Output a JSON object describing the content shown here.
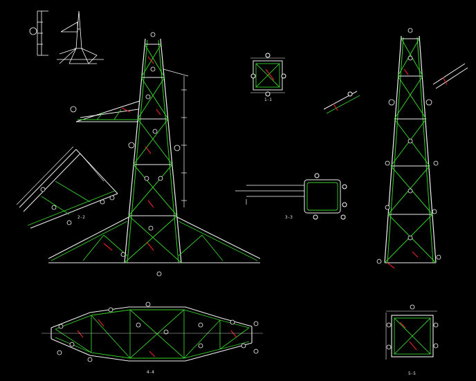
{
  "drawing": {
    "colors": {
      "background": "#000000",
      "member_primary": "#f2f2f2",
      "member_secondary": "#36d02a",
      "dimension": "#ffffff",
      "annotation_red": "#e0202a",
      "marker_white": "#ffffff"
    },
    "section_labels": {
      "s1": "1-1",
      "s2": "2-2",
      "s3": "3-3",
      "s4": "4-4",
      "s5": "5-5"
    }
  }
}
